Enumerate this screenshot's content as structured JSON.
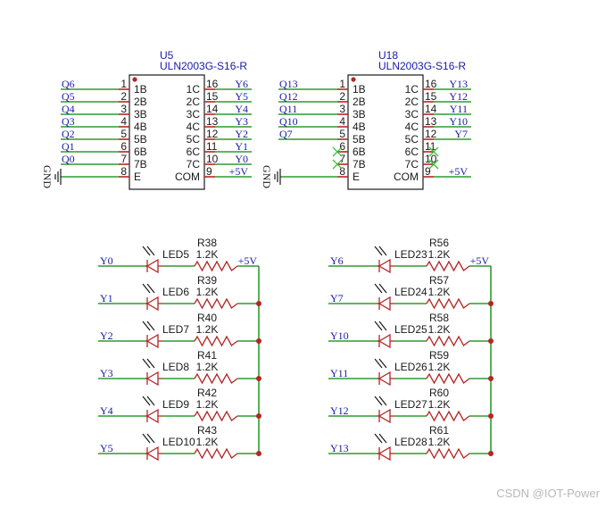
{
  "chips": [
    {
      "ref": "U5",
      "part": "ULN2003G-S16-R",
      "left_pins": [
        {
          "num": "1",
          "name": "1B",
          "net": "Q6"
        },
        {
          "num": "2",
          "name": "2B",
          "net": "Q5"
        },
        {
          "num": "3",
          "name": "3B",
          "net": "Q4"
        },
        {
          "num": "4",
          "name": "4B",
          "net": "Q3"
        },
        {
          "num": "5",
          "name": "5B",
          "net": "Q2"
        },
        {
          "num": "6",
          "name": "6B",
          "net": "Q1"
        },
        {
          "num": "7",
          "name": "7B",
          "net": "Q0"
        },
        {
          "num": "8",
          "name": "E",
          "net": ""
        }
      ],
      "right_pins": [
        {
          "num": "16",
          "name": "1C",
          "net": "Y6"
        },
        {
          "num": "15",
          "name": "2C",
          "net": "Y5"
        },
        {
          "num": "14",
          "name": "3C",
          "net": "Y4"
        },
        {
          "num": "13",
          "name": "4C",
          "net": "Y3"
        },
        {
          "num": "12",
          "name": "5C",
          "net": "Y2"
        },
        {
          "num": "11",
          "name": "6C",
          "net": "Y1"
        },
        {
          "num": "10",
          "name": "7C",
          "net": "Y0"
        },
        {
          "num": "9",
          "name": "COM",
          "net": "+5V"
        }
      ],
      "gnd_label": "GND"
    },
    {
      "ref": "U18",
      "part": "ULN2003G-S16-R",
      "left_pins": [
        {
          "num": "1",
          "name": "1B",
          "net": "Q13"
        },
        {
          "num": "2",
          "name": "2B",
          "net": "Q12"
        },
        {
          "num": "3",
          "name": "3B",
          "net": "Q11"
        },
        {
          "num": "4",
          "name": "4B",
          "net": "Q10"
        },
        {
          "num": "5",
          "name": "5B",
          "net": "Q7"
        },
        {
          "num": "6",
          "name": "6B",
          "net": ""
        },
        {
          "num": "7",
          "name": "7B",
          "net": ""
        },
        {
          "num": "8",
          "name": "E",
          "net": ""
        }
      ],
      "right_pins": [
        {
          "num": "16",
          "name": "1C",
          "net": "Y13"
        },
        {
          "num": "15",
          "name": "2C",
          "net": "Y12"
        },
        {
          "num": "14",
          "name": "3C",
          "net": "Y11"
        },
        {
          "num": "13",
          "name": "4C",
          "net": "Y10"
        },
        {
          "num": "12",
          "name": "5C",
          "net": "Y7"
        },
        {
          "num": "11",
          "name": "6C",
          "net": ""
        },
        {
          "num": "10",
          "name": "7C",
          "net": ""
        },
        {
          "num": "9",
          "name": "COM",
          "net": "+5V"
        }
      ],
      "gnd_label": "GND"
    }
  ],
  "led_banks": [
    {
      "vcc": "+5V",
      "rows": [
        {
          "net": "Y0",
          "led": "LED5",
          "res": "R38",
          "val": "1.2K"
        },
        {
          "net": "Y1",
          "led": "LED6",
          "res": "R39",
          "val": "1.2K"
        },
        {
          "net": "Y2",
          "led": "LED7",
          "res": "R40",
          "val": "1.2K"
        },
        {
          "net": "Y3",
          "led": "LED8",
          "res": "R41",
          "val": "1.2K"
        },
        {
          "net": "Y4",
          "led": "LED9",
          "res": "R42",
          "val": "1.2K"
        },
        {
          "net": "Y5",
          "led": "LED10",
          "res": "R43",
          "val": "1.2K"
        }
      ]
    },
    {
      "vcc": "+5V",
      "rows": [
        {
          "net": "Y6",
          "led": "LED23",
          "res": "R56",
          "val": "1.2K"
        },
        {
          "net": "Y7",
          "led": "LED24",
          "res": "R57",
          "val": "1.2K"
        },
        {
          "net": "Y10",
          "led": "LED25",
          "res": "R58",
          "val": "1.2K"
        },
        {
          "net": "Y11",
          "led": "LED26",
          "res": "R59",
          "val": "1.2K"
        },
        {
          "net": "Y12",
          "led": "LED27",
          "res": "R60",
          "val": "1.2K"
        },
        {
          "net": "Y13",
          "led": "LED28",
          "res": "R61",
          "val": "1.2K"
        }
      ]
    }
  ],
  "watermark": "CSDN @IOT-Power",
  "colors": {
    "wire": "#2e9b2e",
    "component": "#b52525",
    "net_label": "#1a1aa8",
    "body_outline": "#1a1a1a",
    "no_connect": "#39c239"
  }
}
